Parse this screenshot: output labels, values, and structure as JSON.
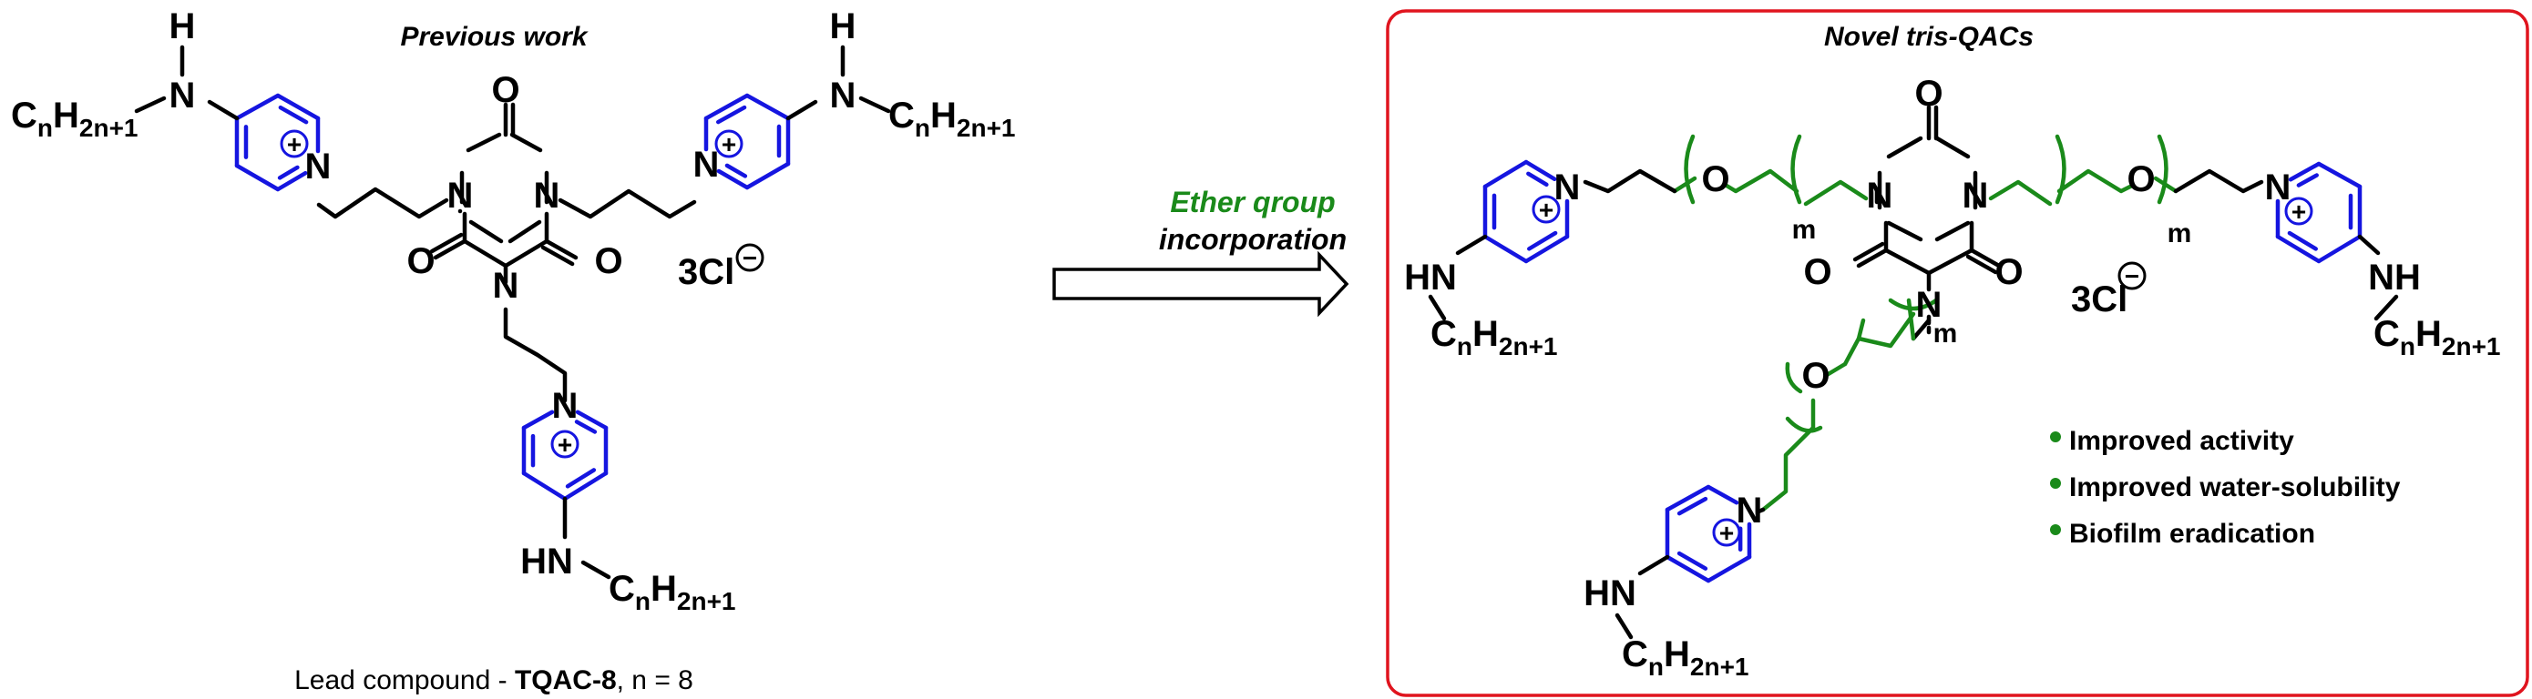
{
  "previous": {
    "title": "Previous work",
    "caption_prefix": "Lead compound - ",
    "caption_bold": "TQAC-8",
    "caption_suffix": ", n = 8",
    "counterion": "3Cl",
    "charge": "−"
  },
  "arrow": {
    "line1": "Ether qroup",
    "line2": "incorporation"
  },
  "novel": {
    "title": "Novel tris-QACs",
    "counterion": "3Cl",
    "charge": "−",
    "bullets": [
      "Improved activity",
      "Improved water-solubility",
      "Biofilm eradication"
    ]
  },
  "chem": {
    "N": "N",
    "O": "O",
    "H": "H",
    "HN": "HN",
    "NH": "NH",
    "m": "m",
    "plus": "+",
    "C": "C",
    "n": "n",
    "sub_h": "2n+1"
  },
  "colors": {
    "black": "#000000",
    "blue": "#1515e0",
    "green": "#1a8a1a",
    "red": "#e0141e"
  }
}
